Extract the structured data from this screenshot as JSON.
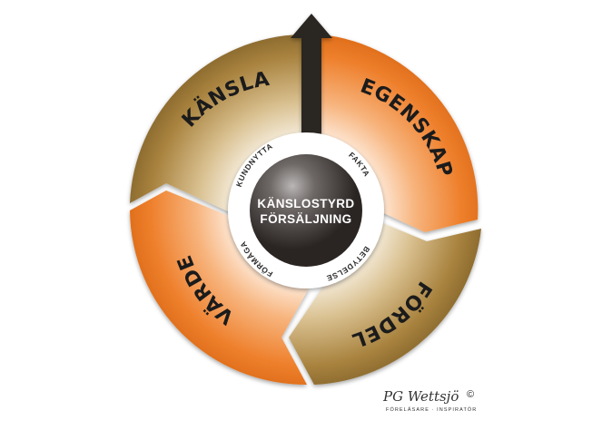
{
  "segments": {
    "kansla": "KÄNSLA",
    "egenskap": "EGENSKAP",
    "fordel": "FÖRDEL",
    "varde": "VÄRDE"
  },
  "ring": {
    "kundnytta": "KUNDNYTTA",
    "fakta": "FAKTA",
    "betydelse": "BETYDELSE",
    "formaga": "FÖRMÅGA"
  },
  "hub": {
    "line1": "KÄNSLOSTYRD",
    "line2": "FÖRSÄLJNING"
  },
  "signature": {
    "name": "PG Wettsjö",
    "copyright": "©",
    "subtitle": "FÖRELÄSARE · INSPIRATÖR"
  },
  "colors": {
    "orange": "#ee7f2b",
    "gold": "#a8823e",
    "arrow": "#2a2522",
    "hub": "#3a3533"
  }
}
